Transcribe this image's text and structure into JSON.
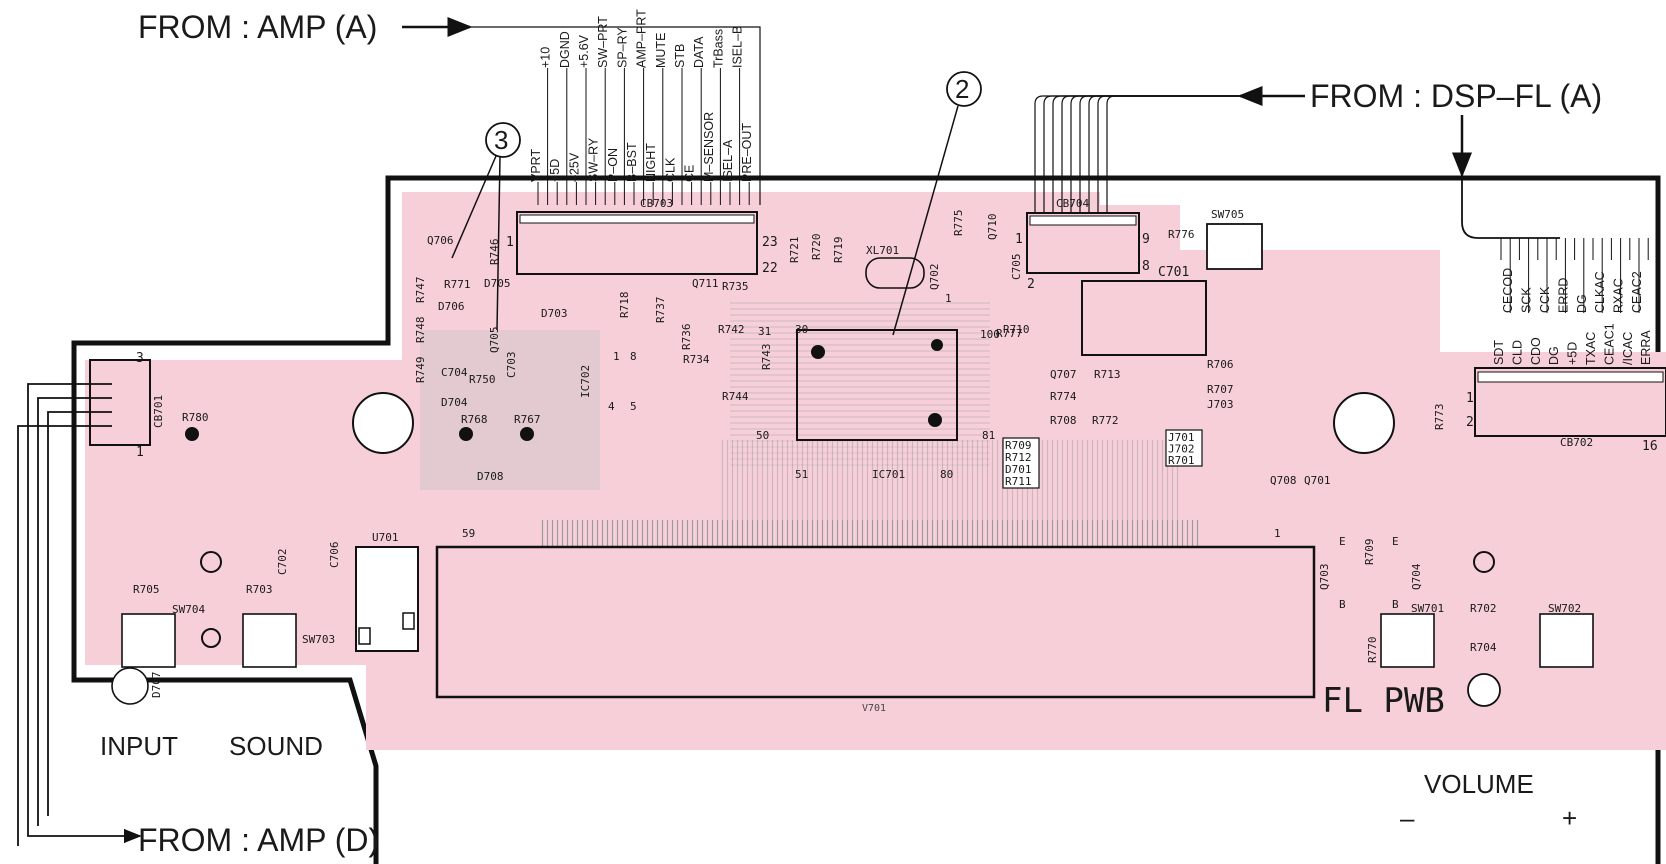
{
  "arrows": {
    "amp_a": "FROM : AMP (A)",
    "dsp_fl_a": "FROM : DSP–FL (A)",
    "amp_d": "FROM : AMP (D)"
  },
  "connector_cb703": {
    "name": "CB703",
    "pins": [
      "VPRT",
      "+10",
      "+5D",
      "DGND",
      "–25V",
      "+5.6V",
      "SW–RY",
      "SW–PRT",
      "P–ON",
      "SP–RY",
      "B–BST",
      "AMP–PRT",
      "NIGHT",
      "MUTE",
      "CLK",
      "STB",
      "CE",
      "DATA",
      "M–SENSOR",
      "TrBass",
      "ISEL–A",
      "ISEL–B",
      "PRE–OUT"
    ],
    "pin_first": "1",
    "pin_23": "23",
    "pin_22": "22"
  },
  "connector_cb702": {
    "name": "CB702",
    "pins": [
      "SDT",
      "CECOD",
      "CLD",
      "SCK",
      "CDO",
      "CCK",
      "DG",
      "ERRD",
      "+5D",
      "DG",
      "TXAC",
      "CLKAC",
      "CEAC1",
      "RXAC",
      "/ICAC",
      "CEAC2",
      "ERRA"
    ],
    "pin1": "1",
    "pin2": "2",
    "pin16": "16"
  },
  "connector_cb704": {
    "name": "CB704",
    "pin1": "1",
    "pin9": "9",
    "pin8": "8",
    "pin2": "2"
  },
  "connector_cb701": {
    "name": "CB701",
    "pin3": "3",
    "pin1": "1"
  },
  "callouts": {
    "c2": "2",
    "c3": "3"
  },
  "components": {
    "q706": "Q706",
    "r746": "R746",
    "r771": "R771",
    "d705": "D705",
    "r747": "R747",
    "d706": "D706",
    "r748": "R748",
    "q705": "Q705",
    "d703": "D703",
    "c703": "C703",
    "r749": "R749",
    "c704": "C704",
    "r750": "R750",
    "d704": "D704",
    "r780": "R780",
    "r768": "R768",
    "r767": "R767",
    "d708": "D708",
    "ic702": "IC702",
    "r718": "R718",
    "r737": "R737",
    "q711": "Q711",
    "r735": "R735",
    "r736": "R736",
    "r742": "R742",
    "r734": "R734",
    "r743": "R743",
    "r744": "R744",
    "r721": "R721",
    "r720": "R720",
    "r719": "R719",
    "xl701": "XL701",
    "r775": "R775",
    "q710": "Q710",
    "q702": "Q702",
    "c705": "C705",
    "r776": "R776",
    "sw705": "SW705",
    "c701": "C701",
    "r777": "R777",
    "r710": "R710",
    "q707": "Q707",
    "r713": "R713",
    "r774": "R774",
    "r708": "R708",
    "r772": "R772",
    "r706": "R706",
    "r707": "R707",
    "j703": "J703",
    "ic701": "IC701",
    "r773": "R773",
    "q708": "Q708",
    "q701": "Q701",
    "q703": "Q703",
    "r709": "R709",
    "q704": "Q704",
    "r770": "R770",
    "sw701": "SW701",
    "r702": "R702",
    "sw702": "SW702",
    "r704": "R704",
    "r705": "R705",
    "sw704": "SW704",
    "r703": "R703",
    "sw703": "SW703",
    "c702": "C702",
    "c706": "C706",
    "u701": "U701",
    "d707": "D707",
    "v701": "V701"
  },
  "box_labels": {
    "r709_box": [
      "R709",
      "R712",
      "D701",
      "R711"
    ],
    "j701_box": [
      "J701",
      "J702",
      "R701"
    ]
  },
  "ic_pins": {
    "p30": "30",
    "p31": "31",
    "p50": "50",
    "p51": "51",
    "p80": "80",
    "p81": "81",
    "p100": "100",
    "p1": "1",
    "p59": "59",
    "p1b": "1",
    "ic702_8": "8",
    "ic702_1": "1",
    "ic702_4": "4",
    "ic702_5": "5"
  },
  "misc_marks": {
    "b": "B",
    "e": "E"
  },
  "board_title": "FL  PWB",
  "buttons": {
    "input": "INPUT",
    "sound": "SOUND",
    "volume": "VOLUME",
    "minus": "–",
    "plus": "+"
  },
  "colors": {
    "board": "#f7cfd9",
    "trace": "#9a9a9a",
    "outline": "#111111"
  }
}
